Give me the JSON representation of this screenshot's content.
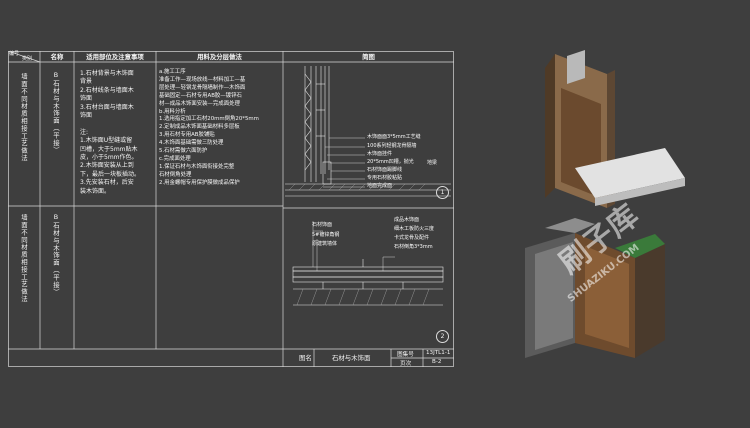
{
  "table": {
    "headers": {
      "number": "编号",
      "category": "类别",
      "name": "名称",
      "scope": "适用部位及注意事项",
      "materials": "用料及分层做法",
      "sketch": "简图"
    },
    "rows": [
      {
        "category": "墙面不同材质相接工艺做法",
        "name": "B石材与木饰面（平接）",
        "scope": "1.石材背景与木饰面\n背景\n2.石材线条与墙面木\n饰面\n3.石材台面与墙面木\n饰面\n\n注:\n1.木饰面U型缝或留\n凹槽，大于5mm贴木\n皮，小于5mm作色。\n2.木饰面安装从上到\n下，最后一块板插动。\n3.先安装石材，后安\n装木饰面。",
        "materials": "a.施工工序\n准备工作—现场放线—材料加工—基\n层处理—轻钢龙骨隔墙制作—木饰面\n基础固定—石材专用AB胶—镀锌石\n材—成品木饰面安装—完成面处理\nb.用料分析\n1.选用指定加工石材20mm倒角20*5mm\n2.定制成品木饰面基础材料多层板\n3.用石材专用AB胶铺贴\n4.木饰面基础需做三防处理\n5.石材需做六面防护\nc.完成面处理\n1.保证石材与木饰面衔接处完整\n石材倒角处理\n2.用金螺帽专用保护膜做成品保护"
      },
      {
        "category": "墙面不同材质相接工艺做法",
        "name": "B石材与木饰面（平接）"
      }
    ]
  },
  "detail1": {
    "labels": [
      "木饰面面3*5mm工艺缝",
      "100系列轻钢龙骨隔墙",
      "木饰面挂件",
      "20*5mm凹槽，抛光",
      "石材饰面踢脚线",
      "专用石材胶粘贴",
      "地面完成面"
    ],
    "floor_label": "地梁",
    "number": "1"
  },
  "detail2": {
    "left_labels": [
      "石材饰面",
      "5#镀锌角钢",
      "原建筑墙体"
    ],
    "right_labels": [
      "成品木饰面",
      "细木工板防火三度",
      "卡式龙骨及配件",
      "石材倒角3*3mm"
    ],
    "number": "2"
  },
  "title_block": {
    "figure_label": "图名",
    "figure_name": "石材与木饰面",
    "set_label": "图集号",
    "set_value": "13JTL1-1",
    "page_label": "页次",
    "page_value": "B-2"
  },
  "watermark": {
    "text": "刷子库",
    "url": "SHUAZIKU.COM"
  }
}
